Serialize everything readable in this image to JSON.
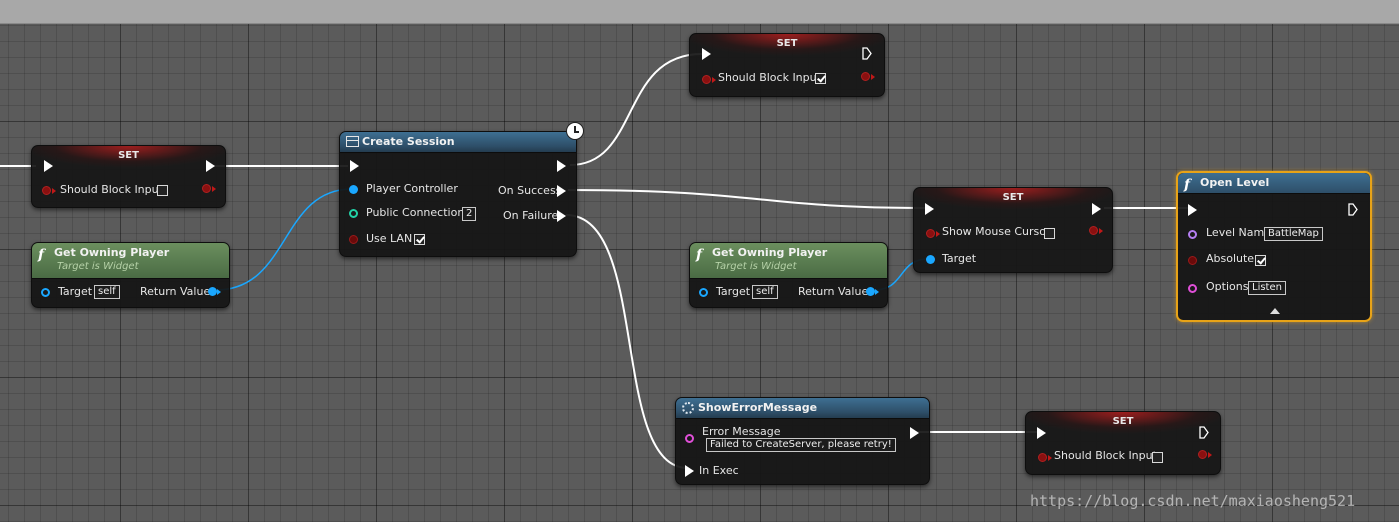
{
  "nodes": {
    "set1": {
      "title": "SET",
      "var_label": "Should Block Input",
      "checked": false
    },
    "owning1": {
      "title": "Get Owning Player",
      "subtitle": "Target is Widget",
      "target_label": "Target",
      "target_value": "self",
      "return_label": "Return Value"
    },
    "create_session": {
      "title": "Create Session",
      "player_controller_label": "Player Controller",
      "public_connections_label": "Public Connections",
      "public_connections_value": "2",
      "use_lan_label": "Use LAN",
      "use_lan_checked": true,
      "on_success_label": "On Success",
      "on_failure_label": "On Failure"
    },
    "set_top": {
      "title": "SET",
      "var_label": "Should Block Input",
      "checked": true
    },
    "owning2": {
      "title": "Get Owning Player",
      "subtitle": "Target is Widget",
      "target_label": "Target",
      "target_value": "self",
      "return_label": "Return Value"
    },
    "set_mouse": {
      "title": "SET",
      "var_label": "Show Mouse Cursor",
      "checked": false,
      "target_label": "Target"
    },
    "open_level": {
      "title": "Open Level",
      "level_name_label": "Level Name",
      "level_name_value": "BattleMap",
      "absolute_label": "Absolute",
      "absolute_checked": true,
      "options_label": "Options",
      "options_value": "Listen"
    },
    "show_error": {
      "title": "ShowErrorMessage",
      "error_label": "Error Message",
      "error_value": "Failed to CreateServer, please retry!",
      "in_exec_label": "In Exec"
    },
    "set_bottom": {
      "title": "SET",
      "var_label": "Should Block Input",
      "checked": false
    }
  },
  "icons": {
    "function": "function-icon",
    "event": "gear-icon",
    "latent": "clock-icon",
    "session": "grid-icon"
  },
  "colors": {
    "exec_wire": "#ffffff",
    "object_wire": "#1aa7ff",
    "bool_pin": "#8a1010",
    "string_pin": "#e04fd8",
    "name_pin": "#b57ff2",
    "int_pin": "#22d3a8",
    "selected_outline": "#e8a317"
  },
  "watermark": "https://blog.csdn.net/maxiaosheng521"
}
